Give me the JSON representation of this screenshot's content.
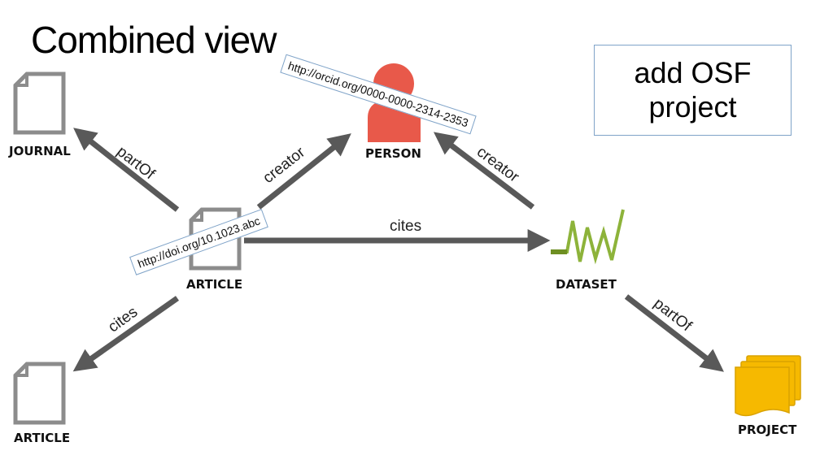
{
  "title": "Combined view",
  "callout": {
    "text": "add OSF project"
  },
  "nodes": {
    "journal": {
      "label": "JOURNAL",
      "icon": "document-icon"
    },
    "article_main": {
      "label": "ARTICLE",
      "icon": "document-icon"
    },
    "article_cited": {
      "label": "ARTICLE",
      "icon": "document-icon"
    },
    "person": {
      "label": "PERSON",
      "icon": "person-icon",
      "color": "#e8594a"
    },
    "dataset": {
      "label": "DATASET",
      "icon": "dataset-wave-icon",
      "color": "#8db33a"
    },
    "project": {
      "label": "PROJECT",
      "icon": "folder-stack-icon",
      "color": "#f6b900"
    }
  },
  "edges": {
    "article_journal": "partOf",
    "article_person": "creator",
    "dataset_person": "creator",
    "article_dataset": "cites",
    "article_article": "cites",
    "dataset_project": "partOf"
  },
  "identifiers": {
    "orcid": "http://orcid.org/0000-0000-2314-2353",
    "doi": "http://doi.org/10.1023.abc"
  },
  "colors": {
    "arrow": "#595959",
    "doc_stroke": "#8c8c8c",
    "box_border": "#7fa3c8"
  }
}
